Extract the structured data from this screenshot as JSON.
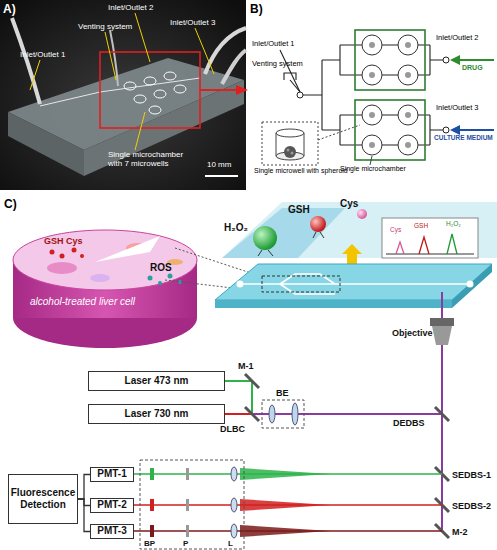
{
  "diagram": {
    "nodes": [
      {
        "text": [
          "Laser 473 nm"
        ]
      },
      {
        "text": [
          "Laser 730 nm"
        ]
      },
      {
        "text": [
          "PMT-1"
        ]
      },
      {
        "text": [
          "Fluorescence Detection"
        ]
      },
      {
        "text": [
          "PMT-2"
        ]
      },
      {
        "text": [
          "PMT-3"
        ]
      }
    ],
    "edges": [
      {
        "from": 3,
        "to": 2,
        "arrow": "none"
      },
      {
        "from": 3,
        "to": 4,
        "arrow": "none"
      },
      {
        "from": 3,
        "to": 5,
        "arrow": "none"
      }
    ],
    "labels": [
      "A)",
      "Inlet/Outlet 1",
      "Inlet/Outlet 2",
      "Venting system",
      "Inlet/Outlet 3",
      "Single microchamber with 7 microwells",
      "10 mm",
      "B)",
      "Inlet/Outlet 1",
      "Venting system",
      "Inlet/Outlet 2",
      "DRUG",
      "Inlet/Outlet 3",
      "CULTURE MEDIUM",
      "Single microwell with spheroid",
      "Single microchamber",
      "C)",
      "GSH Cys",
      "ROS",
      "alcohol-treated liver cell",
      "H₂O₂",
      "GSH",
      "Cys",
      "Cys",
      "GSH",
      "H₂O₂",
      "Objective",
      "M-1",
      "BE",
      "DLBC",
      "DEDBS",
      "SEDBS-1",
      "SEDBS-2",
      "M-2",
      "BP",
      "P",
      "L"
    ]
  }
}
